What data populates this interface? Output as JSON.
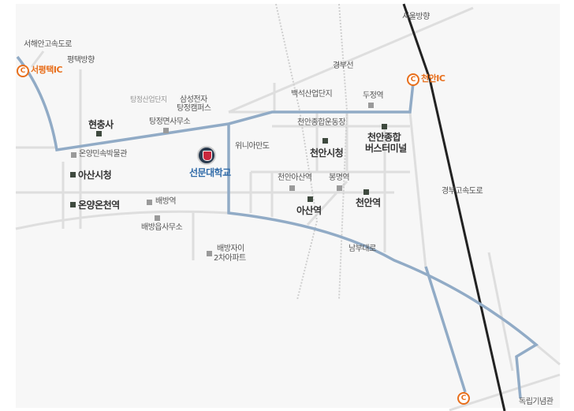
{
  "map": {
    "colors": {
      "background": "#f7f7f7",
      "route": "#91abc6",
      "expressway": "#222222",
      "road": "#dedede",
      "ic": "#e86f1c",
      "university": "#2f6aa8"
    },
    "roads_labels": {
      "seohaean": "서해안고속도로",
      "pyeongtaek_dir": "평택방향",
      "seoul_dir": "서울방향",
      "gyeongbu_line": "경부선",
      "gyeongbu_expressway": "경부고속도로",
      "nambu_daero": "남부대로"
    },
    "interchanges": {
      "west_pyeongtaek": "서평택IC",
      "cheonan": "천안IC",
      "icon": "C"
    },
    "places": {
      "tangjeong_industrial": "탕정산업단지",
      "samsung_1": "삼성전자",
      "samsung_2": "탕정캠퍼스",
      "tangjeong_office": "탕정면사무소",
      "hyeonchungsa": "현충사",
      "onyang_museum": "온양민속박물관",
      "asan_cityhall": "아산시청",
      "onyangoncheon_station": "온양온천역",
      "baebang_station": "배방역",
      "baebang_office": "배방읍사무소",
      "baebang_xi_1": "배방자이",
      "baebang_xi_2": "2차아파트",
      "university": "선문대학교",
      "winia": "위니아만도",
      "baekseok": "백석산업단지",
      "dujeong_station": "두정역",
      "cheonan_stadium": "천안종합운동장",
      "cheonan_cityhall": "천안시청",
      "terminal_1": "천안종합",
      "terminal_2": "버스터미널",
      "cheonan_asan_station": "천안아산역",
      "bongmyeong_station": "봉명역",
      "asan_station": "아산역",
      "cheonan_station": "천안역",
      "independence_hall": "독립기념관"
    }
  }
}
